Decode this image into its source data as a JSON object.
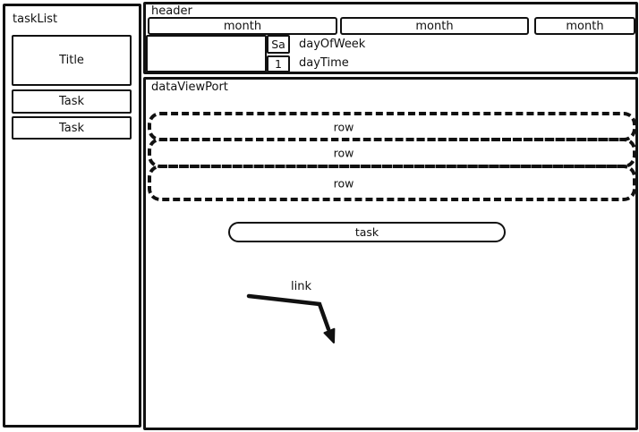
{
  "colors": {
    "ink": "#111111",
    "background": "#ffffff"
  },
  "task_list": {
    "label": "taskList",
    "title": "Title",
    "tasks": [
      "Task",
      "Task"
    ]
  },
  "header": {
    "label": "header",
    "months": [
      "month",
      "month",
      "month"
    ],
    "day_of_week_cell": "Sa",
    "day_of_week_label": "dayOfWeek",
    "day_time_cell": "1",
    "day_time_label": "dayTime"
  },
  "data_viewport": {
    "label": "dataViewPort",
    "rows": [
      "row",
      "row",
      "row"
    ],
    "task_pill": "task",
    "link_label": "link"
  }
}
